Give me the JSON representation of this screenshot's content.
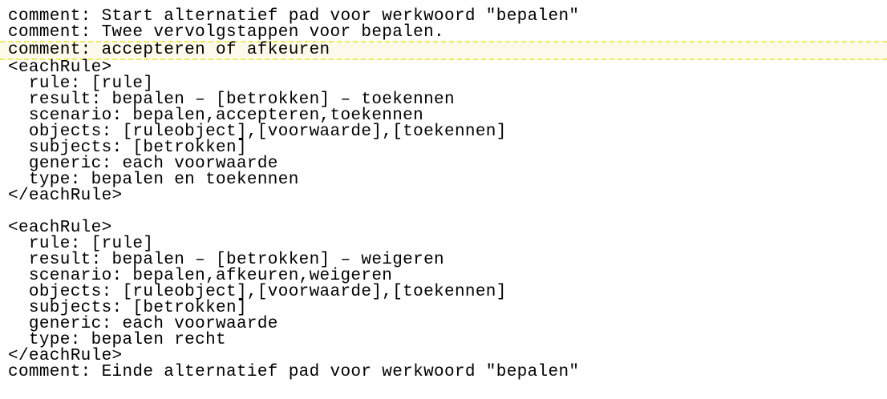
{
  "document": {
    "language": "rule-definition-text",
    "colors": {
      "page_background": "#ffffff",
      "text_color": "#000000",
      "highlight_background": "#fdfaec",
      "highlight_border": "#f0e95e"
    },
    "lines": [
      {
        "text": "comment: Start alternatief pad voor werkwoord \"bepalen\"",
        "highlighted": false
      },
      {
        "text": "comment: Twee vervolgstappen voor bepalen.",
        "highlighted": false
      },
      {
        "text": "comment: accepteren of afkeuren",
        "highlighted": true
      },
      {
        "text": "<eachRule>",
        "highlighted": false
      },
      {
        "text": "  rule: [rule]",
        "highlighted": false
      },
      {
        "text": "  result: bepalen – [betrokken] – toekennen",
        "highlighted": false
      },
      {
        "text": "  scenario: bepalen,accepteren,toekennen",
        "highlighted": false
      },
      {
        "text": "  objects: [ruleobject],[voorwaarde],[toekennen]",
        "highlighted": false
      },
      {
        "text": "  subjects: [betrokken]",
        "highlighted": false
      },
      {
        "text": "  generic: each voorwaarde",
        "highlighted": false
      },
      {
        "text": "  type: bepalen en toekennen",
        "highlighted": false
      },
      {
        "text": "</eachRule>",
        "highlighted": false
      },
      {
        "text": "",
        "highlighted": false
      },
      {
        "text": "<eachRule>",
        "highlighted": false
      },
      {
        "text": "  rule: [rule]",
        "highlighted": false
      },
      {
        "text": "  result: bepalen – [betrokken] – weigeren",
        "highlighted": false
      },
      {
        "text": "  scenario: bepalen,afkeuren,weigeren",
        "highlighted": false
      },
      {
        "text": "  objects: [ruleobject],[voorwaarde],[toekennen]",
        "highlighted": false
      },
      {
        "text": "  subjects: [betrokken]",
        "highlighted": false
      },
      {
        "text": "  generic: each voorwaarde",
        "highlighted": false
      },
      {
        "text": "  type: bepalen recht",
        "highlighted": false
      },
      {
        "text": "</eachRule>",
        "highlighted": false
      },
      {
        "text": "comment: Einde alternatief pad voor werkwoord \"bepalen\"",
        "highlighted": false
      }
    ]
  }
}
